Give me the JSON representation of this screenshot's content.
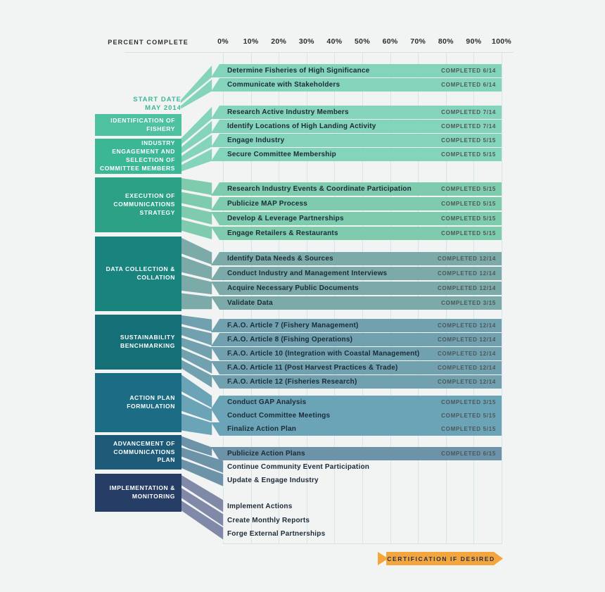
{
  "header": {
    "axis_label": "PERCENT COMPLETE",
    "ticks": [
      "0%",
      "10%",
      "20%",
      "30%",
      "40%",
      "50%",
      "60%",
      "70%",
      "80%",
      "90%",
      "100%"
    ]
  },
  "start_date": {
    "line1": "START DATE",
    "line2": "MAY 2014",
    "color": "#3cb796"
  },
  "banner": {
    "label": "CERTIFICATION IF DESIRED",
    "color": "#f4a63d",
    "text_color": "#1c2f52"
  },
  "chart_data": {
    "type": "bar",
    "subtype": "gantt-progress",
    "xlabel": "PERCENT COMPLETE",
    "x_range": [
      0,
      100
    ],
    "x_ticks": [
      0,
      10,
      20,
      30,
      40,
      50,
      60,
      70,
      80,
      90,
      100
    ],
    "start_date": "MAY 2014",
    "grid": true,
    "groups": [
      {
        "phase": "IDENTIFICATION OF FISHERY",
        "box_color": "#4ec1a0",
        "bar_color": "#84d3bb",
        "tasks": [
          {
            "label": "Determine Fisheries of High Significance",
            "percent": 100,
            "status": "COMPLETED 6/14"
          },
          {
            "label": "Communicate with Stakeholders",
            "percent": 100,
            "status": "COMPLETED 6/14"
          }
        ]
      },
      {
        "phase": "INDUSTRY ENGAGEMENT AND SELECTION OF COMMITTEE MEMBERS",
        "box_color": "#3cb795",
        "bar_color": "#84d3bb",
        "tasks": [
          {
            "label": "Research Active Industry Members",
            "percent": 100,
            "status": "COMPLETED 7/14"
          },
          {
            "label": "Identify Locations of High Landing Activity",
            "percent": 100,
            "status": "COMPLETED 7/14"
          },
          {
            "label": "Engage Industry",
            "percent": 100,
            "status": "COMPLETED 5/15"
          },
          {
            "label": "Secure Committee Membership",
            "percent": 100,
            "status": "COMPLETED 5/15"
          }
        ]
      },
      {
        "phase": "EXECUTION OF COMMUNICATIONS STRATEGY",
        "box_color": "#2ca186",
        "bar_color": "#7ecbae",
        "tasks": [
          {
            "label": "Research Industry Events & Coordinate Participation",
            "percent": 100,
            "status": "COMPLETED 5/15"
          },
          {
            "label": "Publicize MAP Process",
            "percent": 100,
            "status": "COMPLETED 5/15"
          },
          {
            "label": "Develop & Leverage Partnerships",
            "percent": 100,
            "status": "COMPLETED 5/15"
          },
          {
            "label": "Engage Retailers & Restaurants",
            "percent": 100,
            "status": "COMPLETED 5/15"
          }
        ]
      },
      {
        "phase": "DATA COLLECTION & COLLATION",
        "box_color": "#19837e",
        "bar_color": "#7caaa8",
        "tasks": [
          {
            "label": "Identify Data Needs & Sources",
            "percent": 100,
            "status": "COMPLETED 12/14"
          },
          {
            "label": "Conduct Industry and Management Interviews",
            "percent": 100,
            "status": "COMPLETED 12/14"
          },
          {
            "label": "Acquire Necessary Public Documents",
            "percent": 100,
            "status": "COMPLETED 12/14"
          },
          {
            "label": "Validate Data",
            "percent": 100,
            "status": "COMPLETED 3/15"
          }
        ]
      },
      {
        "phase": "SUSTAINABILITY BENCHMARKING",
        "box_color": "#156f77",
        "bar_color": "#71a1ae",
        "tasks": [
          {
            "label": "F.A.O. Article 7 (Fishery Management)",
            "percent": 100,
            "status": "COMPLETED 12/14"
          },
          {
            "label": "F.A.O. Article 8 (Fishing Operations)",
            "percent": 100,
            "status": "COMPLETED 12/14"
          },
          {
            "label": "F.A.O. Article 10 (Integration with Coastal Management)",
            "percent": 100,
            "status": "COMPLETED 12/14"
          },
          {
            "label": "F.A.O. Article 11 (Post Harvest Practices & Trade)",
            "percent": 100,
            "status": "COMPLETED 12/14"
          },
          {
            "label": "F.A.O. Article 12 (Fisheries Research)",
            "percent": 100,
            "status": "COMPLETED 12/14"
          }
        ]
      },
      {
        "phase": "ACTION PLAN FORMULATION",
        "box_color": "#1b6c84",
        "bar_color": "#6aa4b6",
        "tasks": [
          {
            "label": "Conduct GAP Analysis",
            "percent": 100,
            "status": "COMPLETED 3/15"
          },
          {
            "label": "Conduct Committee Meetings",
            "percent": 100,
            "status": "COMPLETED 5/15"
          },
          {
            "label": "Finalize Action Plan",
            "percent": 100,
            "status": "COMPLETED 5/15"
          }
        ]
      },
      {
        "phase": "ADVANCEMENT OF COMMUNICATIONS PLAN",
        "box_color": "#1d5a78",
        "bar_color": "#6d93a9",
        "tasks": [
          {
            "label": "Publicize Action Plans",
            "percent": 100,
            "status": "COMPLETED 6/15"
          },
          {
            "label": "Continue Community Event Participation",
            "percent": 0,
            "status": ""
          },
          {
            "label": "Update & Engage Industry",
            "percent": 0,
            "status": ""
          }
        ]
      },
      {
        "phase": "IMPLEMENTATION & MONITORING",
        "box_color": "#263e66",
        "bar_color": "#8089a8",
        "tasks": [
          {
            "label": "Implement Actions",
            "percent": 0,
            "status": ""
          },
          {
            "label": "Create Monthly Reports",
            "percent": 0,
            "status": ""
          },
          {
            "label": "Forge External Partnerships",
            "percent": 0,
            "status": ""
          }
        ]
      }
    ]
  }
}
